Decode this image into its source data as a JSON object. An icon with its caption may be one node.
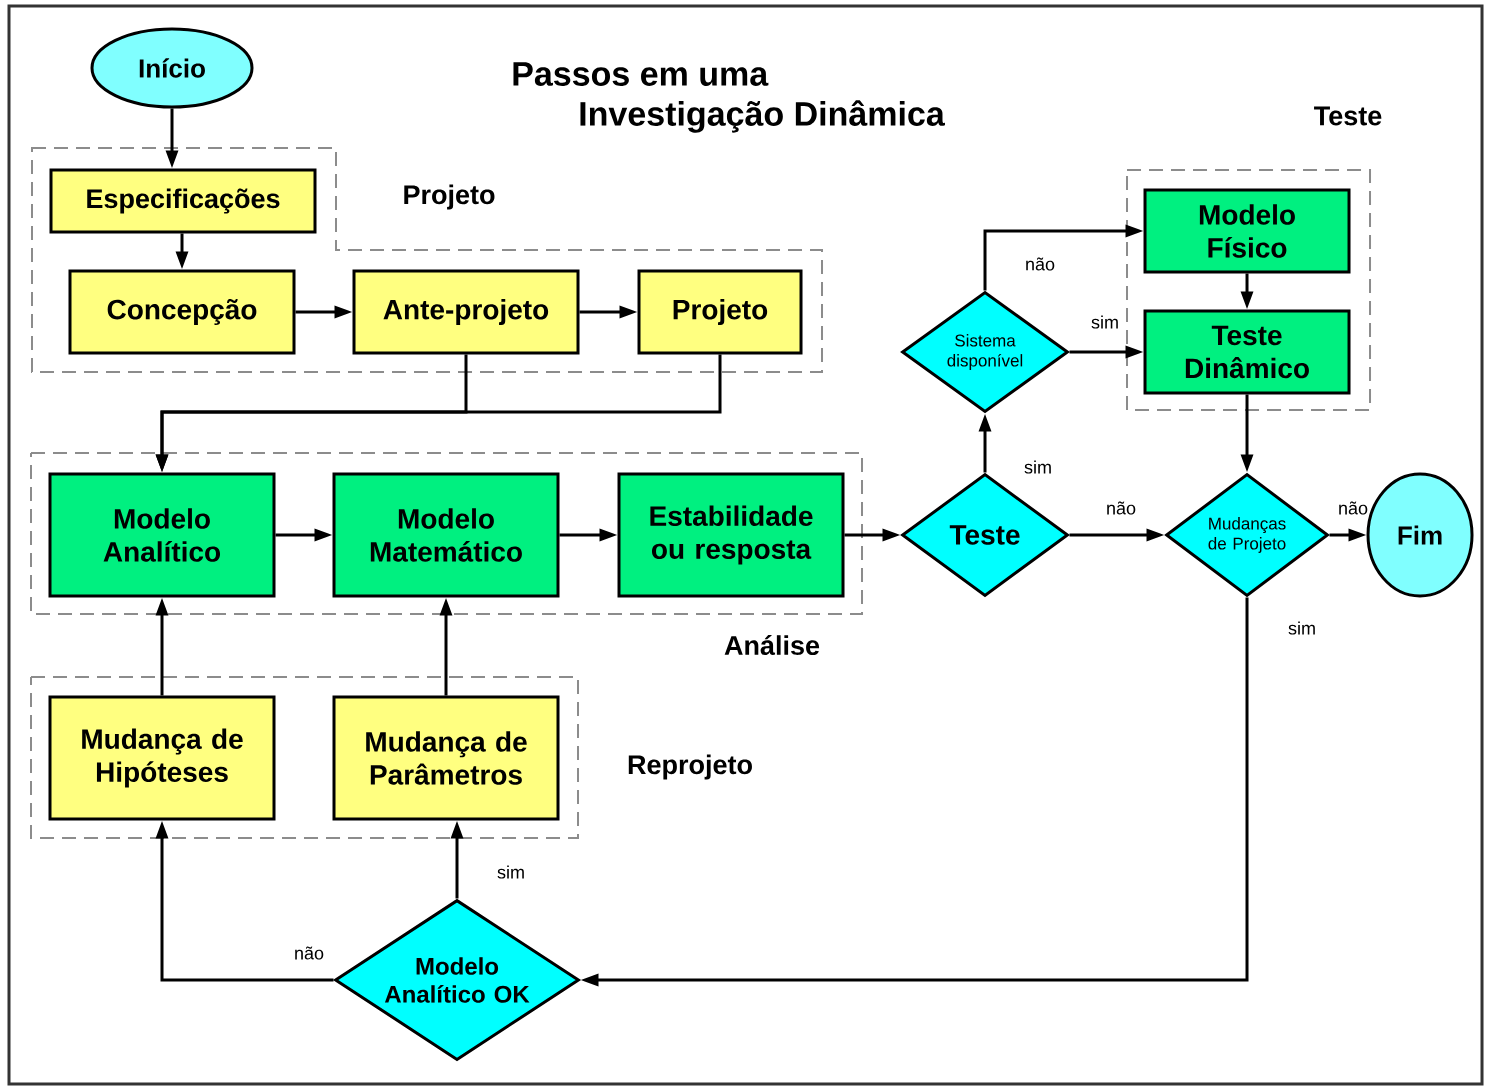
{
  "diagram": {
    "title": "Passos em uma Investigação Dinâmica",
    "nodes": [
      {
        "text": [
          "Início"
        ]
      },
      {
        "text": [
          "Projeto"
        ]
      },
      {
        "text": [
          "Especificações"
        ],
        "in": 1
      },
      {
        "text": [
          "Concepção"
        ],
        "in": 1
      },
      {
        "text": [
          "Ante-projeto"
        ],
        "in": 1
      },
      {
        "text": [
          "Projeto"
        ],
        "in": 1
      },
      {
        "text": [
          "Teste"
        ]
      },
      {
        "text": [
          "Modelo Físico"
        ],
        "in": 6
      },
      {
        "text": [
          "Teste Dinâmico"
        ],
        "in": 6
      },
      {
        "text": [
          "Sistema disponível"
        ]
      },
      {
        "text": [
          "Análise"
        ]
      },
      {
        "text": [
          "Modelo Analítico"
        ],
        "in": 10
      },
      {
        "text": [
          "Modelo Matemático"
        ],
        "in": 10
      },
      {
        "text": [
          "Estabilidade ou resposta"
        ],
        "in": 10
      },
      {
        "text": [
          "Teste"
        ]
      },
      {
        "text": [
          "Mudanças de Projeto"
        ]
      },
      {
        "text": [
          "Fim"
        ]
      },
      {
        "text": [
          "Reprojeto"
        ]
      },
      {
        "text": [
          "Mudança de Hipóteses"
        ],
        "in": 17
      },
      {
        "text": [
          "Mudança de Parâmetros"
        ],
        "in": 17
      },
      {
        "text": [
          "Modelo Analítico OK"
        ]
      }
    ],
    "edges": [
      {
        "from": 0,
        "to": 2,
        "arrow": "to"
      },
      {
        "from": 2,
        "to": 3,
        "arrow": "to"
      },
      {
        "from": 3,
        "to": 4,
        "arrow": "to"
      },
      {
        "from": 4,
        "to": 5,
        "arrow": "to"
      },
      {
        "from": 4,
        "to": 11,
        "arrow": "to"
      },
      {
        "from": 5,
        "to": 11,
        "arrow": "to"
      },
      {
        "from": 11,
        "to": 12,
        "arrow": "to"
      },
      {
        "from": 12,
        "to": 13,
        "arrow": "to"
      },
      {
        "from": 13,
        "to": 14,
        "arrow": "to"
      },
      {
        "from": 14,
        "to": 9,
        "label": "sim",
        "arrow": "to"
      },
      {
        "from": 9,
        "to": 7,
        "label": "não",
        "arrow": "to"
      },
      {
        "from": 9,
        "to": 8,
        "label": "sim",
        "arrow": "to"
      },
      {
        "from": 7,
        "to": 8,
        "arrow": "to"
      },
      {
        "from": 8,
        "to": 15,
        "arrow": "to"
      },
      {
        "from": 14,
        "to": 15,
        "label": "não",
        "arrow": "to"
      },
      {
        "from": 15,
        "to": 16,
        "label": "não",
        "arrow": "to"
      },
      {
        "from": 15,
        "to": 20,
        "label": "sim",
        "arrow": "to"
      },
      {
        "from": 20,
        "to": 18,
        "label": "não",
        "arrow": "to"
      },
      {
        "from": 20,
        "to": 19,
        "label": "sim",
        "arrow": "to"
      },
      {
        "from": 18,
        "to": 11,
        "arrow": "to"
      },
      {
        "from": 19,
        "to": 12,
        "arrow": "to"
      }
    ]
  }
}
